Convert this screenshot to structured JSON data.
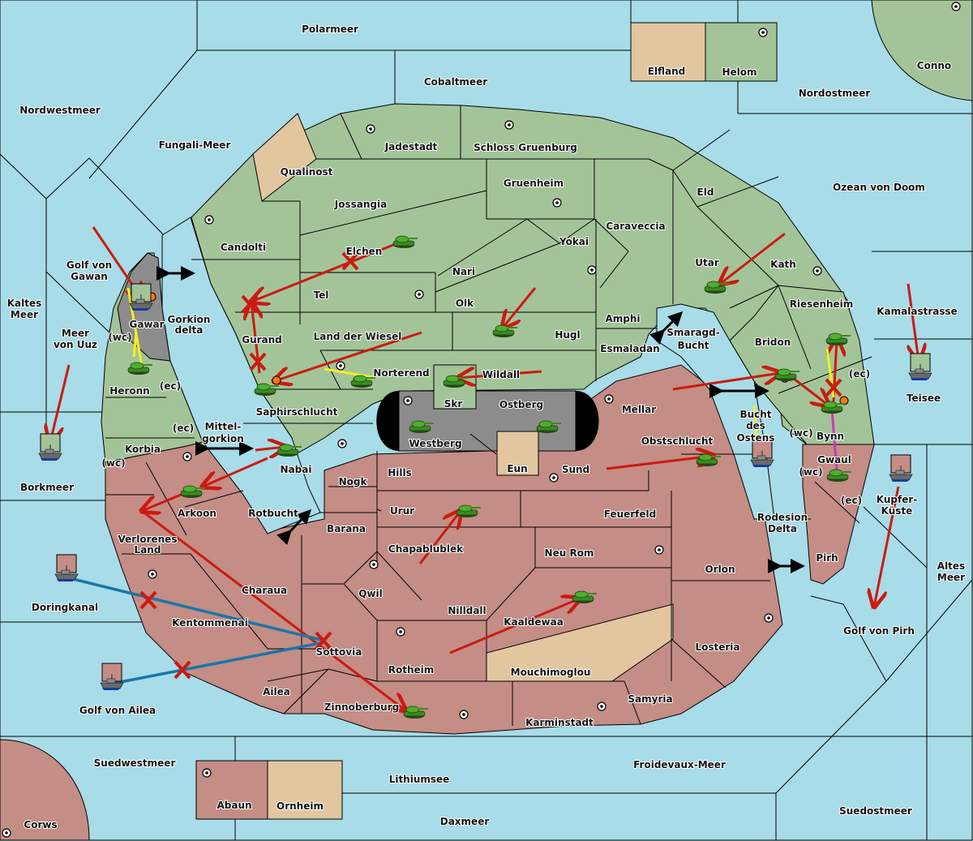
{
  "map": {
    "colors": {
      "sea": "#a8dce8",
      "green_power": "#a3c499",
      "red_power": "#c48d85",
      "neutral": "#e1c6a0",
      "impassable": "#8c8c8c",
      "move_order": "#cc1a10",
      "support_order": "#f5f01e",
      "convoy_order": "#1a76a8",
      "retreat_order": "#c83cb4",
      "dislodged": "#ff7a00"
    },
    "seas": [
      "Polarmeer",
      "Cobaltmeer",
      "Nordwestmeer",
      "Fungali-Meer",
      "Nordostmeer",
      "Ozean von Doom",
      "Kaltes Meer",
      "Golf von Gawan",
      "Meer von Uuz",
      "Gorkion delta",
      "Mittel-gorkion",
      "Rotbucht",
      "Smaragd-Bucht",
      "Bucht des Ostens",
      "Kamalastrasse",
      "Teisee",
      "Borkmeer",
      "Doringkanal",
      "Golf von Ailea",
      "Rodesion Delta",
      "Kupfer-Küste",
      "Altes Meer",
      "Golf von Pirh",
      "Suedwestmeer",
      "Lithiumsee",
      "Daxmeer",
      "Froidevaux-Meer",
      "Suedostmeer"
    ],
    "regions": {
      "green": [
        "Jadestadt",
        "Schloss Gruenburg",
        "Candolti",
        "Jossangia",
        "Gruenheim",
        "Eld",
        "Caraveccia",
        "Elchen",
        "Yokai",
        "Utar",
        "Kath",
        "Nari",
        "Tel",
        "Olk",
        "Amphi",
        "Riesenheim",
        "Gurand",
        "Land der Wiesel",
        "Hugl",
        "Esmaladan",
        "Bridon",
        "Heronn",
        "Norterend",
        "Wildall",
        "Skr",
        "Saphirschlucht",
        "Korbia",
        "Nabai",
        "Bynn",
        "Helom",
        "Conno"
      ],
      "red": [
        "Arkoon",
        "Verlorenes Land",
        "Nogk",
        "Hills",
        "Sund",
        "Mellar",
        "Obstschlucht",
        "Urur",
        "Feuerfeld",
        "Barana",
        "Chapablublek",
        "Neu Rom",
        "Charaua",
        "Qwil",
        "Nilldall",
        "Orlon",
        "Kentommenai",
        "Kaaldewaa",
        "Sottovia",
        "Rotheim",
        "Losteria",
        "Ailea",
        "Zinnoberburg",
        "Samyria",
        "Karminstadt",
        "Gwaul",
        "Pirh",
        "Abaun",
        "Corws"
      ],
      "neutral": [
        "Qualinost",
        "Elfland",
        "Eun",
        "Mouchimoglou",
        "Ornheim"
      ],
      "impassable": [
        "Gawar",
        "Westberg",
        "Ostberg"
      ]
    },
    "coast_tags": {
      "wc": "(wc)",
      "ec": "(ec)"
    },
    "labels": {
      "polarmeer": "Polarmeer",
      "cobaltmeer": "Cobaltmeer",
      "nordwestmeer": "Nordwestmeer",
      "fungali": "Fungali-Meer",
      "nordostmeer": "Nordostmeer",
      "ozean": "Ozean von Doom",
      "kaltes1": "Kaltes",
      "kaltes2": "Meer",
      "gawan1": "Golf von",
      "gawan2": "Gawan",
      "uuz1": "Meer",
      "uuz2": "von Uuz",
      "gorkion1": "Gorkion",
      "gorkion2": "delta",
      "mittel1": "Mittel-",
      "mittel2": "gorkion",
      "rotbucht": "Rotbucht",
      "smaragd1": "Smaragd-",
      "smaragd2": "Bucht",
      "ostens1": "Bucht",
      "ostens2": "des",
      "ostens3": "Ostens",
      "kamala": "Kamalastrasse",
      "teisee": "Teisee",
      "borkmeer": "Borkmeer",
      "doring": "Doringkanal",
      "ailea_golf": "Golf von Ailea",
      "rodesion1": "Rodesion",
      "rodesion2": "Delta",
      "kupfer1": "Kupfer-",
      "kupfer2": "Küste",
      "altes1": "Altes",
      "altes2": "Meer",
      "pirh_golf": "Golf von Pirh",
      "suedwest": "Suedwestmeer",
      "lithium": "Lithiumsee",
      "dax": "Daxmeer",
      "froidevaux": "Froidevaux-Meer",
      "suedost": "Suedostmeer",
      "elfland": "Elfland",
      "helom": "Helom",
      "conno": "Conno",
      "jadestadt": "Jadestadt",
      "schloss": "Schloss Gruenburg",
      "qualinost": "Qualinost",
      "jossangia": "Jossangia",
      "gruenheim": "Gruenheim",
      "eld": "Eld",
      "caraveccia": "Caraveccia",
      "candolti": "Candolti",
      "elchen": "Elchen",
      "yokai": "Yokai",
      "utar": "Utar",
      "kath": "Kath",
      "nari": "Nari",
      "tel": "Tel",
      "olk": "Olk",
      "amphi": "Amphi",
      "riesenheim": "Riesenheim",
      "gurand": "Gurand",
      "wiesel": "Land der Wiesel",
      "hugl": "Hugl",
      "esmaladan": "Esmaladan",
      "bridon": "Bridon",
      "gawar": "Gawar",
      "heronn": "Heronn",
      "norterend": "Norterend",
      "wildall": "Wildall",
      "skr": "Skr",
      "ostberg": "Ostberg",
      "westberg": "Westberg",
      "saphir": "Saphirschlucht",
      "mellar": "Mellar",
      "korbia": "Korbia",
      "nabai": "Nabai",
      "obst": "Obstschlucht",
      "bynn": "Bynn",
      "gwaul": "Gwaul",
      "eun": "Eun",
      "hills": "Hills",
      "sund": "Sund",
      "nogk": "Nogk",
      "arkoon": "Arkoon",
      "urur": "Urur",
      "feuerfeld": "Feuerfeld",
      "barana": "Barana",
      "verloren1": "Verlorenes",
      "verloren2": "Land",
      "chapa": "Chapablublek",
      "neurom": "Neu Rom",
      "pirh": "Pirh",
      "orlon": "Orlon",
      "charaua": "Charaua",
      "qwil": "Qwil",
      "nilldall": "Nilldall",
      "kentommenai": "Kentommenai",
      "kaaldewaa": "Kaaldewaa",
      "sottovia": "Sottovia",
      "losteria": "Losteria",
      "rotheim": "Rotheim",
      "mouchi": "Mouchimoglou",
      "ailea": "Ailea",
      "zinnober": "Zinnoberburg",
      "samyria": "Samyria",
      "karmin": "Karminstadt",
      "abaun": "Abaun",
      "ornheim": "Ornheim",
      "corws": "Corws"
    },
    "units": {
      "armies": [
        "Elchen",
        "Utar",
        "Hugl",
        "Gurand-adj Saphirschlucht",
        "Norterend",
        "Skr",
        "Westberg",
        "Ostberg",
        "Heronn",
        "Nabai",
        "Arkoon",
        "Urur",
        "Obstschlucht",
        "Kaaldewaa",
        "Zinnoberburg",
        "Riesenheim",
        "Bridon",
        "Bynn",
        "Gwaul"
      ],
      "fleets": [
        "Gawar",
        "Borkmeer",
        "Doringkanal",
        "Golf von Ailea",
        "Bucht des Ostens",
        "Teisee",
        "Kupfer-Küste"
      ]
    }
  }
}
